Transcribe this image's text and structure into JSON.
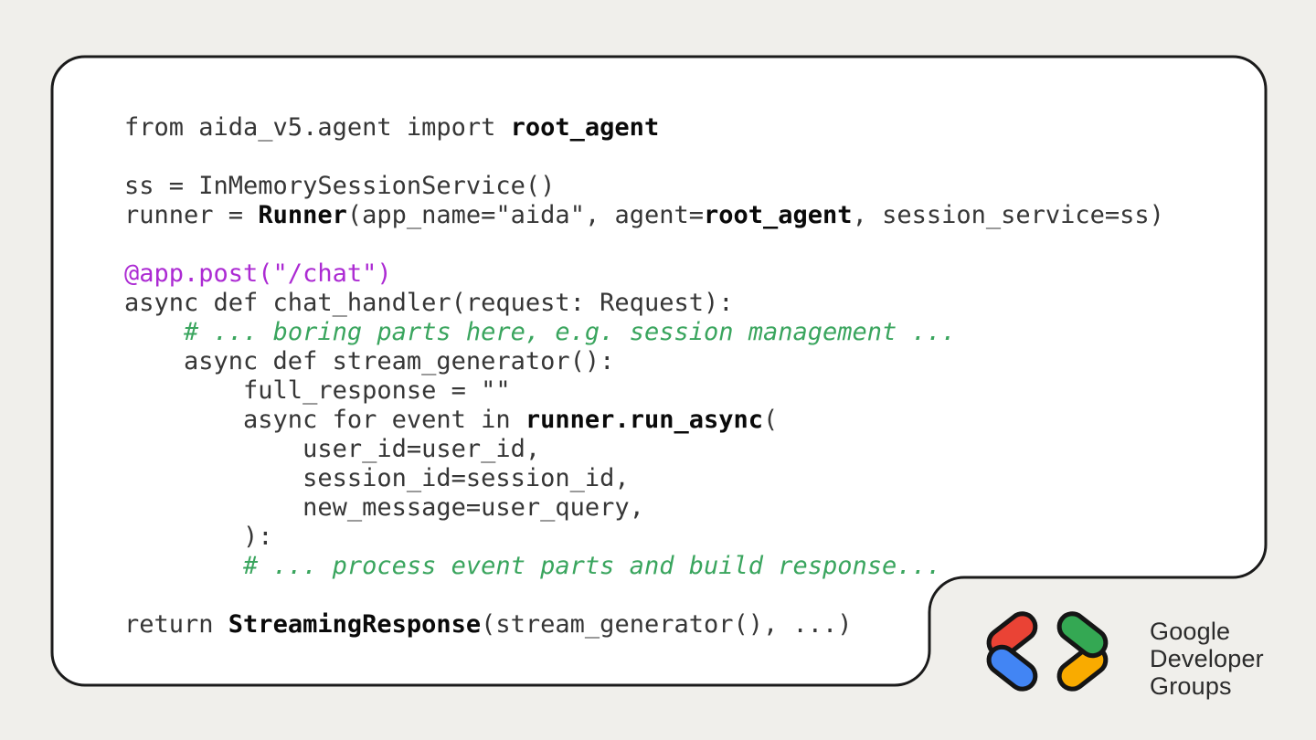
{
  "slide": {
    "background_color": "#f0efeb"
  },
  "code_card": {
    "fill": "#ffffff",
    "border_color": "#1b1b1b"
  },
  "code": {
    "colors": {
      "plain": "#363636",
      "bold": "#0a0a0a",
      "decorator": "#ac2bd3",
      "comment": "#3aa55e"
    },
    "lines": [
      [
        {
          "style": "plain",
          "text": "from aida_v5.agent import "
        },
        {
          "style": "bold",
          "text": "root_agent"
        }
      ],
      [],
      [
        {
          "style": "plain",
          "text": "ss = InMemorySessionService()"
        }
      ],
      [
        {
          "style": "plain",
          "text": "runner = "
        },
        {
          "style": "bold",
          "text": "Runner"
        },
        {
          "style": "plain",
          "text": "(app_name=\"aida\", agent="
        },
        {
          "style": "bold",
          "text": "root_agent"
        },
        {
          "style": "plain",
          "text": ", session_service=ss)"
        }
      ],
      [],
      [
        {
          "style": "decorator",
          "text": "@app.post(\"/chat\")"
        }
      ],
      [
        {
          "style": "plain",
          "text": "async def chat_handler(request: Request):"
        }
      ],
      [
        {
          "style": "plain",
          "text": "    "
        },
        {
          "style": "comment",
          "text": "# ... boring parts here, e.g. session management ..."
        }
      ],
      [
        {
          "style": "plain",
          "text": "    async def stream_generator():"
        }
      ],
      [
        {
          "style": "plain",
          "text": "        full_response = \"\""
        }
      ],
      [
        {
          "style": "plain",
          "text": "        async for event in "
        },
        {
          "style": "bold",
          "text": "runner.run_async"
        },
        {
          "style": "plain",
          "text": "("
        }
      ],
      [
        {
          "style": "plain",
          "text": "            user_id=user_id,"
        }
      ],
      [
        {
          "style": "plain",
          "text": "            session_id=session_id,"
        }
      ],
      [
        {
          "style": "plain",
          "text": "            new_message=user_query,"
        }
      ],
      [
        {
          "style": "plain",
          "text": "        ):"
        }
      ],
      [
        {
          "style": "plain",
          "text": "        "
        },
        {
          "style": "comment",
          "text": "# ... process event parts and build response..."
        }
      ],
      [],
      [
        {
          "style": "plain",
          "text": "return "
        },
        {
          "style": "bold",
          "text": "StreamingResponse"
        },
        {
          "style": "plain",
          "text": "(stream_generator(), ...)"
        }
      ]
    ]
  },
  "logo": {
    "text_lines": [
      "Google",
      "Developer",
      "Groups"
    ],
    "text_color": "#2b2b2b",
    "chevron_colors": {
      "red": "#EA4335",
      "blue": "#4285F4",
      "green": "#34A853",
      "yellow": "#F9AB00",
      "outline": "#151515"
    }
  }
}
